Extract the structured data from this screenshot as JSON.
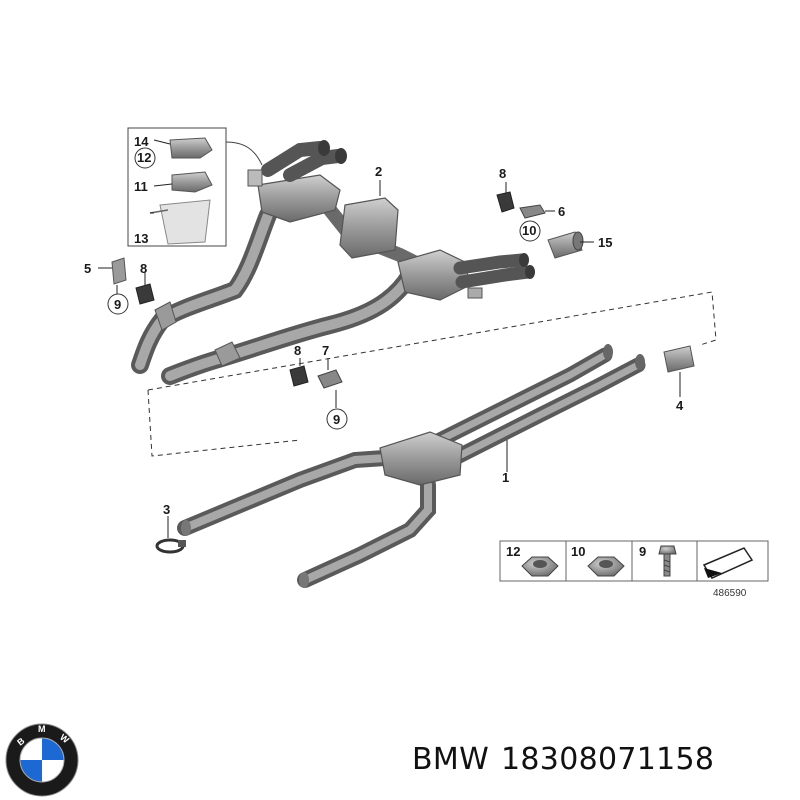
{
  "diagram": {
    "callouts": {
      "c1": "1",
      "c2": "2",
      "c3": "3",
      "c4": "4",
      "c5": "5",
      "c6": "6",
      "c7": "7",
      "c8a": "8",
      "c8b": "8",
      "c8c": "8",
      "c9a": "9",
      "c9b": "9",
      "c10": "10",
      "c11": "11",
      "c12": "12",
      "c13": "13",
      "c14": "14",
      "c15": "15"
    },
    "legend": {
      "item12": "12",
      "item10": "10",
      "item9": "9",
      "image_number": "486590"
    }
  },
  "caption": {
    "brand": "BMW",
    "part_number": "18308071158"
  },
  "logo": {
    "letters": "BMW",
    "colors": {
      "blue": "#1c69d4",
      "black": "#111111",
      "white": "#ffffff"
    }
  },
  "colors": {
    "pipe": "#8e8e8e",
    "pipe_dark": "#5e5e5e",
    "muffler": "#9a9a9a",
    "line": "#222222"
  }
}
